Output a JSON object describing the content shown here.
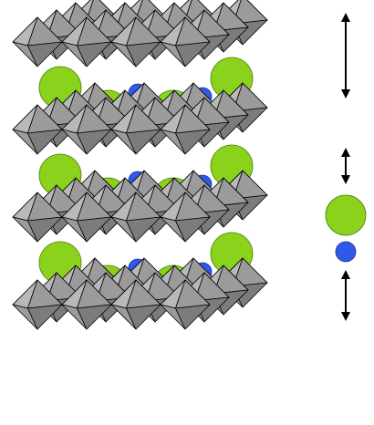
{
  "diagram": {
    "style": {
      "octahedron_face_light": "#b9b9b9",
      "octahedron_face_mid": "#9b9b9b",
      "octahedron_face_dark": "#7c7c7c",
      "octahedron_face_black": "#111111",
      "octahedron_edge": "#000000",
      "large_cation_color": "#8bd21c",
      "small_cation_color": "#2f59e8",
      "arrow_color": "#000000"
    },
    "structure": {
      "perovskite_layers": 4,
      "interlayer_gaps": 3,
      "large_spheres_per_gap": 4,
      "small_spheres_per_gap": 4
    },
    "legend": {
      "large_sphere_icon": "large-cation-sphere",
      "small_sphere_icon": "small-cation-sphere"
    },
    "dimension_arrows": [
      "layer-thickness-arrow",
      "interlayer-gap-arrow",
      "interlayer-gap-arrow"
    ]
  }
}
